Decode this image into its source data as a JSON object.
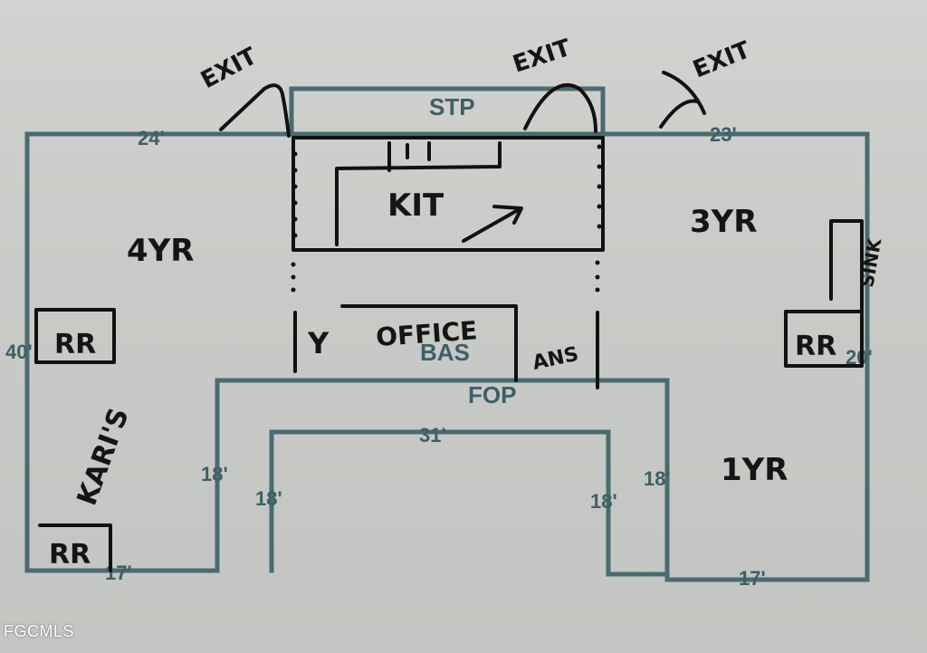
{
  "plan_labels": {
    "stp": "STP",
    "bas": "BAS",
    "fop": "FOP",
    "dim_24": "24'",
    "dim_23": "23'",
    "dim_40": "40'",
    "dim_20": "20'",
    "dim_31": "31'",
    "dim_18_left": "18'",
    "dim_18_left_inner": "18'",
    "dim_18_right": "18'",
    "dim_18_right_inner": "18'",
    "dim_17_left": "17'",
    "dim_17_right": "17'"
  },
  "handwritten": {
    "exit_left": "EXIT",
    "exit_middle": "EXIT",
    "exit_right": "EXIT",
    "kit": "KIT",
    "room_4yr": "4YR",
    "room_3yr": "3YR",
    "sink": "SINK",
    "rr_left_top": "RR",
    "rr_right": "RR",
    "rr_left_bottom": "RR",
    "office": "OFFICE",
    "y": "Y",
    "room_1yr": "1YR",
    "karis": "KARI'S",
    "ans": "ANS"
  },
  "watermark": "FGCMLS"
}
